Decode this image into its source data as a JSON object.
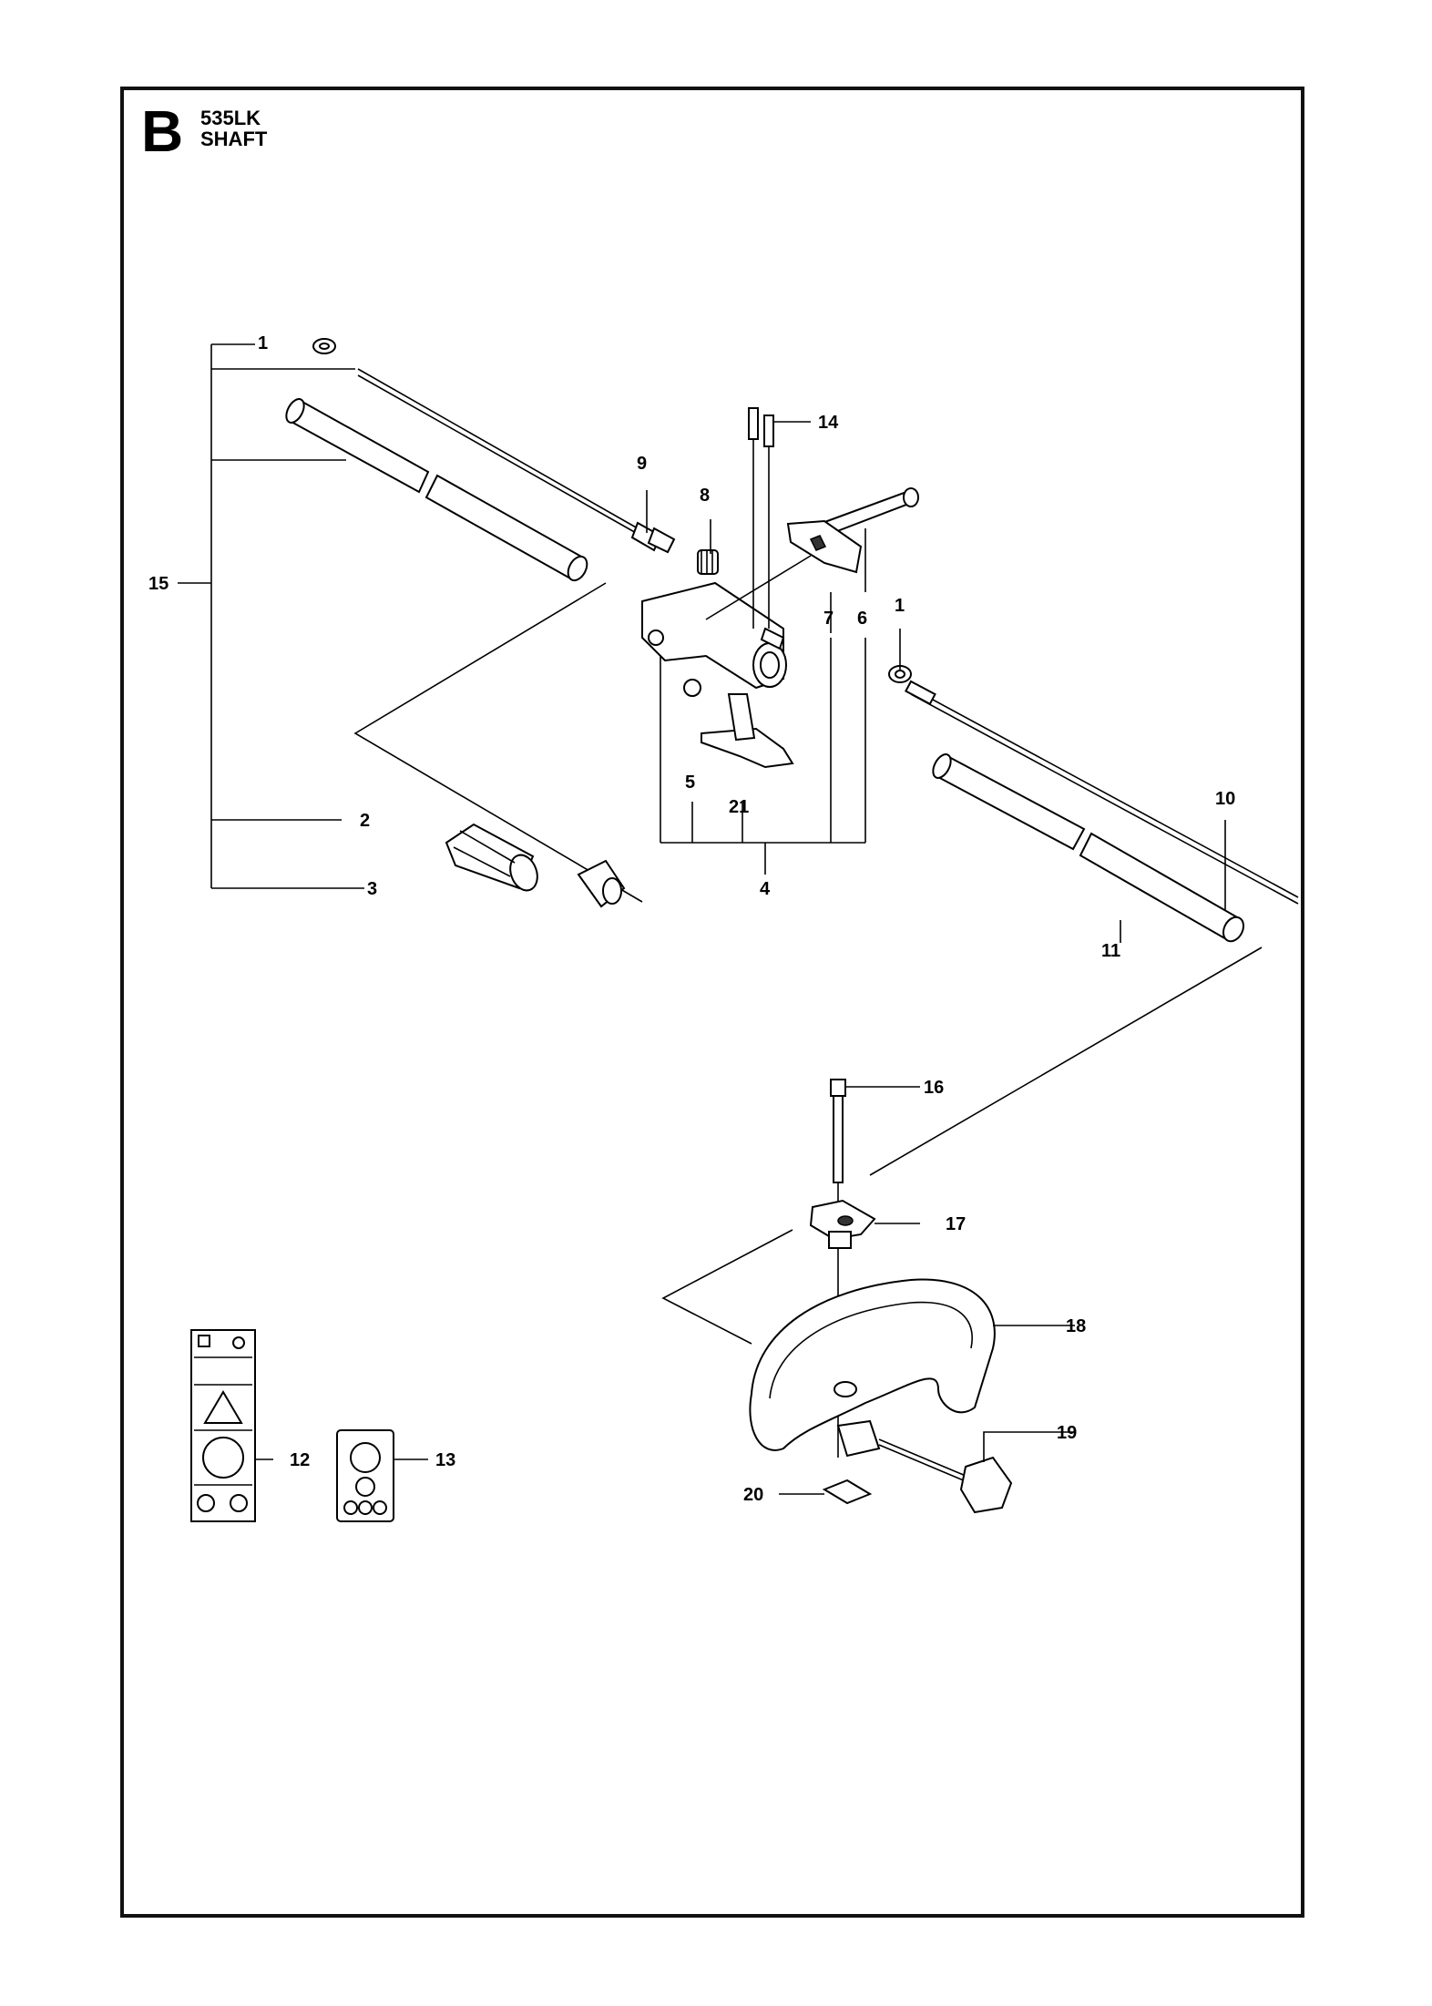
{
  "header": {
    "section": "B",
    "model": "535LK",
    "group": "SHAFT"
  },
  "callouts": [
    {
      "id": "c1a",
      "text": "1"
    },
    {
      "id": "c14",
      "text": "14"
    },
    {
      "id": "c9",
      "text": "9"
    },
    {
      "id": "c8",
      "text": "8"
    },
    {
      "id": "c15",
      "text": "15"
    },
    {
      "id": "c7",
      "text": "7"
    },
    {
      "id": "c6",
      "text": "6"
    },
    {
      "id": "c1b",
      "text": "1"
    },
    {
      "id": "c5",
      "text": "5"
    },
    {
      "id": "c21",
      "text": "21"
    },
    {
      "id": "c10",
      "text": "10"
    },
    {
      "id": "c2",
      "text": "2"
    },
    {
      "id": "c3",
      "text": "3"
    },
    {
      "id": "c4",
      "text": "4"
    },
    {
      "id": "c11",
      "text": "11"
    },
    {
      "id": "c16",
      "text": "16"
    },
    {
      "id": "c17",
      "text": "17"
    },
    {
      "id": "c18",
      "text": "18"
    },
    {
      "id": "c19",
      "text": "19"
    },
    {
      "id": "c12",
      "text": "12"
    },
    {
      "id": "c13",
      "text": "13"
    },
    {
      "id": "c20",
      "text": "20"
    }
  ]
}
